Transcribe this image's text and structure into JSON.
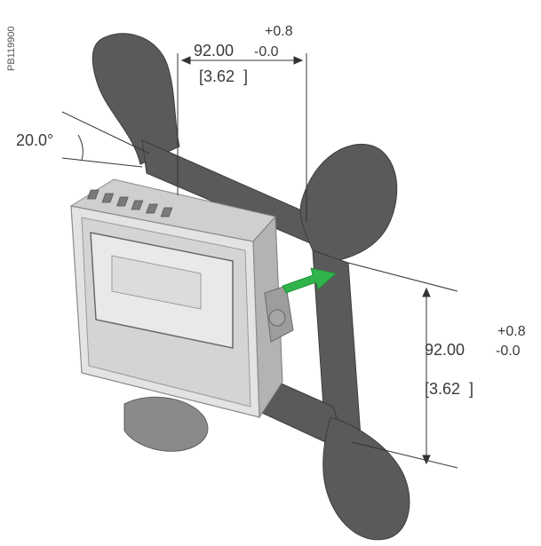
{
  "reference_code": "PB119900",
  "angle": {
    "value": "20.0°"
  },
  "top_dimension": {
    "tolerance_plus": "+0.8",
    "nominal": "92.00",
    "tolerance_minus": "-0.0",
    "imperial": "[3.62  ]"
  },
  "right_dimension": {
    "tolerance_plus": "+0.8",
    "nominal": "92.00",
    "tolerance_minus": "-0.0",
    "imperial": "[3.62  ]"
  },
  "colors": {
    "panel": "#5a5a5a",
    "panel_edge": "#3c3c3c",
    "device_body": "#d9d9d9",
    "device_frame": "#c4c4c4",
    "arrow": "#2fb34a",
    "dimension_line": "#333333"
  }
}
